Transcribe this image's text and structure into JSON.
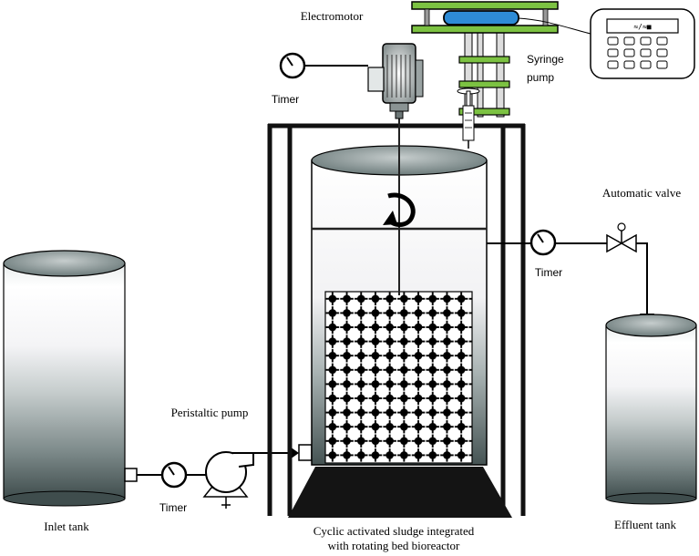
{
  "labels": {
    "electromotor": "Electromotor",
    "syringe_pump_line1": "Syringe",
    "syringe_pump_line2": "pump",
    "timer_motor": "Timer",
    "automatic_valve": "Automatic valve",
    "timer_valve": "Timer",
    "peristaltic_pump": "Peristaltic pump",
    "timer_inlet": "Timer",
    "inlet_tank": "Inlet tank",
    "effluent_tank": "Effluent tank",
    "reactor_line1": "Cyclic activated sludge integrated",
    "reactor_line2": "with rotating bed bioreactor"
  },
  "controller_display": "≈/≈■",
  "colors": {
    "tank_top": "#5a6a6a",
    "tank_light": "#ffffff",
    "tank_dark": "#3b4a4a",
    "frame": "#111111",
    "green": "#7cc242",
    "motor_blue": "#2e8bd6"
  }
}
